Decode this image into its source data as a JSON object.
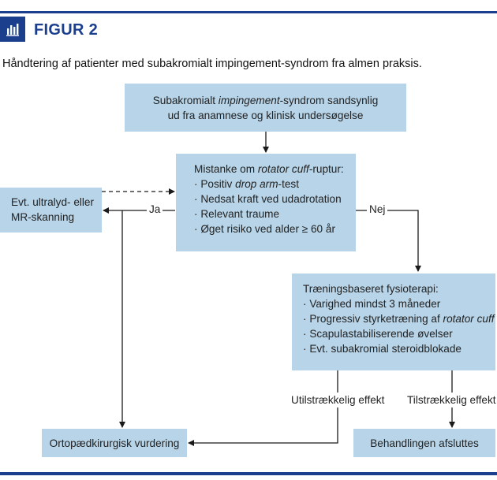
{
  "header": {
    "figure_label": "FIGUR 2",
    "caption": "Håndtering af patienter med subakromialt impingement-syndrom fra almen praksis."
  },
  "nodes": {
    "start": {
      "line1_pre": "Subakromialt ",
      "line1_em": "impingement",
      "line1_post": "-syndrom sandsynlig",
      "line2": "ud fra anamnese og klinisk undersøgelse"
    },
    "suspicion": {
      "title_pre": "Mistanke om ",
      "title_em": "rotator cuff",
      "title_post": "-ruptur:",
      "item1_pre": "Positiv ",
      "item1_em": "drop arm",
      "item1_post": "-test",
      "item2": "Nedsat kraft ved udadrotation",
      "item3": "Relevant traume",
      "item4": "Øget risiko ved alder ≥ 60 år"
    },
    "imaging": {
      "line1": "Evt. ultralyd- eller",
      "line2": "MR-skanning"
    },
    "physio": {
      "title": "Træningsbaseret fysioterapi:",
      "item1": "Varighed mindst 3 måneder",
      "item2_pre": "Progressiv styrketræning af ",
      "item2_em": "rotator cuff",
      "item3": "Scapulastabiliserende øvelser",
      "item4": "Evt. subakromial steroidblokade"
    },
    "ortho": {
      "label": "Ortopædkirurgisk vurdering"
    },
    "end": {
      "label": "Behandlingen afsluttes"
    }
  },
  "edge_labels": {
    "yes": "Ja",
    "no": "Nej",
    "insufficient": "Utilstrækkelig effekt",
    "sufficient": "Tilstrækkelig effekt"
  },
  "colors": {
    "box_fill": "#b7d4e8",
    "brand_blue": "#1b3f8c",
    "connector": "#1a1a1a"
  }
}
